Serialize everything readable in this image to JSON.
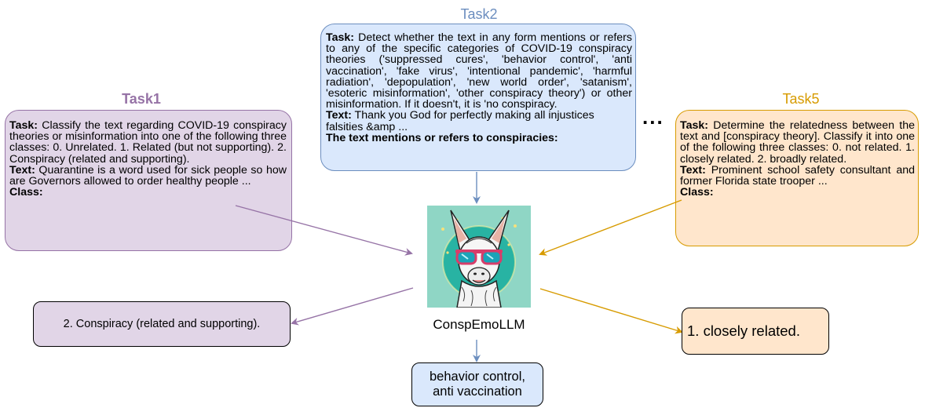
{
  "tasks": {
    "task1": {
      "title": "Task1",
      "task_label": "Task:",
      "task_text": " Classify the text regarding COVID-19 conspiracy theories or misinformation into one of the following three classes: 0. Unrelated. 1. Related (but not supporting). 2. Conspiracy (related and supporting).",
      "text_label": "Text:",
      "text_text": " Quarantine is a word used for sick people so how are Governors allowed to order healthy people ...",
      "class_label": "Class:",
      "output": "2. Conspiracy (related and supporting)."
    },
    "task2": {
      "title": "Task2",
      "task_label": "Task:",
      "task_text": " Detect whether the text in any form mentions or refers to any of the specific categories of COVID-19 conspiracy theories  ('suppressed cures', 'behavior control', 'anti vaccination', 'fake virus', 'intentional pandemic', 'harmful radiation', 'depopulation', 'new world order', 'satanism', 'esoteric misinformation', 'other conspiracy theory') or other misinformation. If it doesn't, it is 'no conspiracy.",
      "text_label": "Text:",
      "text_text": " Thank you God for perfectly making all injustices falsities &amp ...",
      "final_label": "The text mentions or refers to conspiracies:",
      "output_line1": "behavior control,",
      "output_line2": "anti vaccination"
    },
    "task5": {
      "title": "Task5",
      "task_label": "Task:",
      "task_text": " Determine the relatedness between the text and [conspiracy theory]. Classify it into one of the following three classes: 0. not related. 1. closely related. 2. broadly related.",
      "text_label": "Text:",
      "text_text": " Prominent school safety consultant and former Florida state trooper ...",
      "class_label": "Class:",
      "output": "1. closely related."
    }
  },
  "ellipsis": "...",
  "model": {
    "name": "ConspEmoLLM"
  },
  "colors": {
    "purple_fill": "#e1d5e7",
    "purple_stroke": "#9673a6",
    "purple_title": "#9673a6",
    "blue_fill": "#dae8fc",
    "blue_stroke": "#6c8ebf",
    "blue_title": "#6c8ebf",
    "orange_fill": "#ffe6cc",
    "orange_stroke": "#d79b00",
    "orange_title": "#d79b00"
  }
}
